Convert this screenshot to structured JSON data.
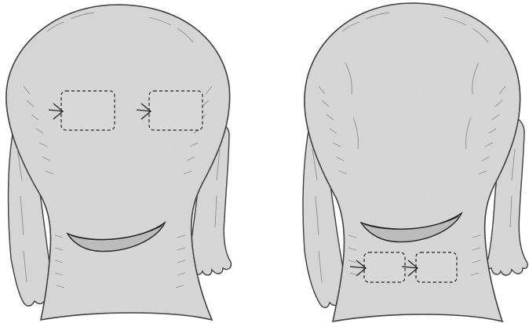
{
  "figure": {
    "panels": [
      {
        "id": "left",
        "pocket_count": 2,
        "pocket_placement": "upper"
      },
      {
        "id": "right",
        "pocket_count": 2,
        "pocket_placement": "lower"
      }
    ]
  },
  "colors": {
    "fill": "#d8d8d8",
    "stroke": "#222222",
    "shade": "#8f8f8f",
    "background": "#ffffff"
  }
}
